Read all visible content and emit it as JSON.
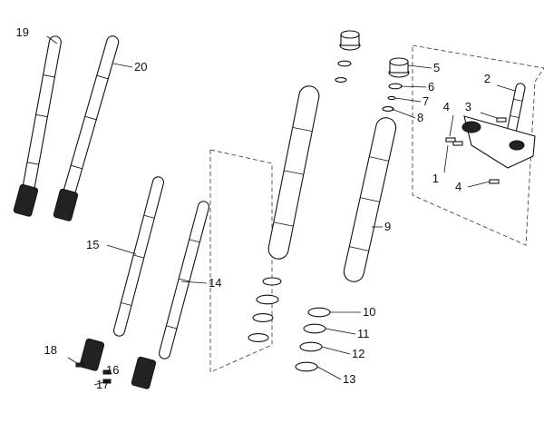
{
  "diagram": {
    "type": "exploded-parts-view",
    "callouts": [
      "19",
      "20",
      "15",
      "14",
      "18",
      "16",
      "17",
      "5",
      "6",
      "7",
      "8",
      "9",
      "10",
      "11",
      "12",
      "13",
      "2",
      "3",
      "4",
      "1",
      "4"
    ]
  }
}
